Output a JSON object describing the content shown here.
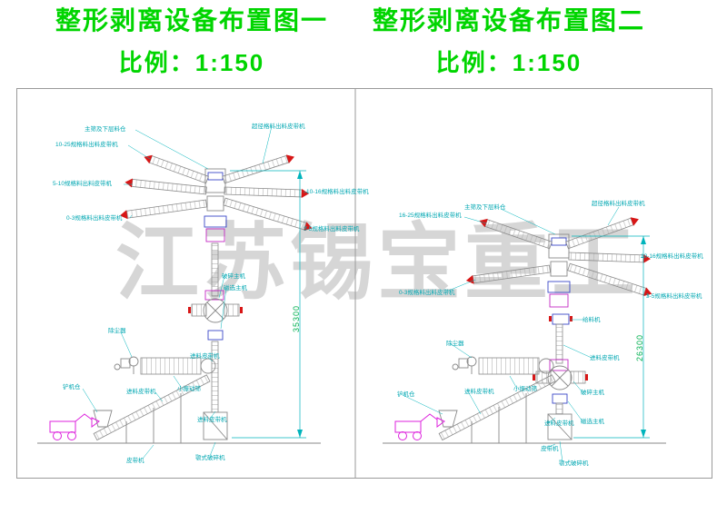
{
  "titles": {
    "left": {
      "line1": "整形剥离设备布置图一",
      "line2": "比例：1:150"
    },
    "right": {
      "line1": "整形剥离设备布置图二",
      "line2": "比例：1:150"
    }
  },
  "watermark": "江苏锡宝重工",
  "colors": {
    "title_green": "#00d500",
    "label_cyan": "#00a7b2",
    "dimension_green": "#00b050",
    "arrow_red": "#d81616",
    "equipment_blue": "#3a47c8",
    "equipment_magenta": "#c32ac3",
    "truck_magenta": "#dd22dd",
    "watermark_gray": "#d6d6d6",
    "line_gray": "#8a8a8a"
  },
  "panels": {
    "left": {
      "dimension": "35300",
      "labels": {
        "main_screen": "主筛及下层料仓",
        "oversize": "超径格料出料皮带机",
        "out_10_25": "10-25规格料出料皮带机",
        "out_5_10": "5-10规格料出料皮带机",
        "out_0_3": "0-3规格料出料皮带机",
        "out_10_16": "10-16规格料出料皮带机",
        "out_3_5": "3-5规格料出料皮带机",
        "crusher_main": "破碎主机",
        "magnet": "磁选主机",
        "dust": "除尘器",
        "feed_belt_1": "进料皮带机",
        "loader_hopper": "铲机仓",
        "feed_belt_2": "进料皮带机",
        "small_screen": "小振动筛",
        "feed_belt_3": "进料皮带机",
        "belt": "皮带机",
        "jaw_crusher": "颚式破碎机"
      }
    },
    "right": {
      "dimension": "26300",
      "labels": {
        "out_16_25": "16-25规格料出料皮带机",
        "main_screen": "主筛及下层料仓",
        "oversize": "超径格料出料皮带机",
        "out_10_16": "10-16规格料出料皮带机",
        "out_3_5": "3-5规格料出料皮带机",
        "out_0_3": "0-3规格料出料皮带机",
        "feeder": "给料机",
        "feed_belt_1": "进料皮带机",
        "crusher_main": "破碎主机",
        "magnet": "磁选主机",
        "dust": "除尘器",
        "loader_hopper": "铲机仓",
        "feed_belt_2": "进料皮带机",
        "small_screen": "小振动筛",
        "feed_belt_3": "进料皮带机",
        "belt": "皮带机",
        "jaw_crusher": "颚式破碎机"
      }
    }
  }
}
